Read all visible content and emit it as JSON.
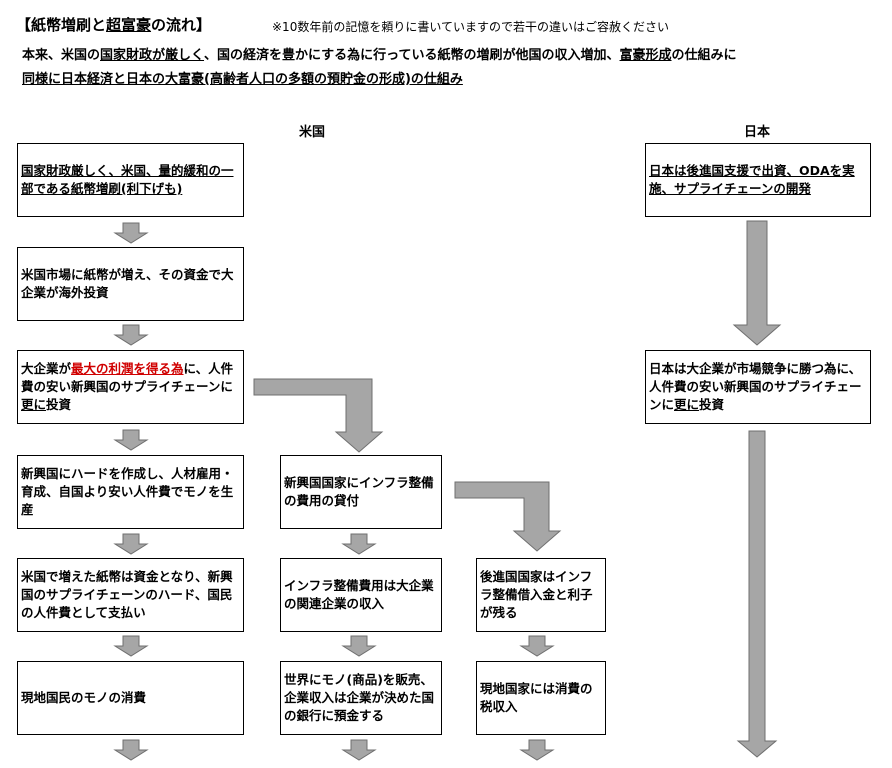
{
  "header": {
    "title_a": "【紙幣増刷と",
    "title_b": "超富豪",
    "title_c": "の流れ】",
    "note": "※10数年前の記憶を頼りに書いていますので若干の違いはご容赦ください",
    "line1_a": "本来、米国の",
    "line1_b": "国家財政が厳しく",
    "line1_c": "、国の経済を豊かにする為に行っている紙幣の増刷が他国の収入増加、",
    "line1_d": "富豪形成",
    "line1_e": "の仕組みに",
    "line2": "同様に日本経済と日本の大富豪(高齢者人口の多額の預貯金の形成)の仕組み"
  },
  "columns": {
    "us": "米国",
    "japan": "日本"
  },
  "boxes": {
    "us1": "国家財政厳しく、米国、量的緩和の一部である紙幣増刷(利下げも)",
    "us2": "米国市場に紙幣が増え、その資金で大企業が海外投資",
    "us3_a": "大企業が",
    "us3_b": "最大の利潤を得る為",
    "us3_c": "に、人件費の安い新興国のサプライチェーンに",
    "us3_d": "更に",
    "us3_e": "投資",
    "us4": "新興国にハードを作成し、人材雇用・育成、自国より安い人件費でモノを生産",
    "us5": "米国で増えた紙幣は資金となり、新興国のサプライチェーンのハード、国民の人件費として支払い",
    "us6": "現地国民のモノの消費",
    "mid1": "新興国国家にインフラ整備の費用の貸付",
    "mid2": "インフラ整備費用は大企業の関連企業の収入",
    "mid3": "世界にモノ(商品)を販売、企業収入は企業が決めた国の銀行に預金する",
    "right1": "後進国国家はインフラ整備借入金と利子が残る",
    "right2": "現地国家には消費の税収入",
    "jp1": "日本は後進国支援で出資、ODAを実施、サプライチェーンの開発",
    "jp2_a": "日本は大企業が市場競争に勝つ為に、人件費の安い新興国のサプライチェーンに",
    "jp2_b": "更に",
    "jp2_c": "投資"
  },
  "colors": {
    "arrow_fill": "#a6a6a6",
    "arrow_stroke": "#6f6f6f",
    "highlight": "#d00000"
  }
}
